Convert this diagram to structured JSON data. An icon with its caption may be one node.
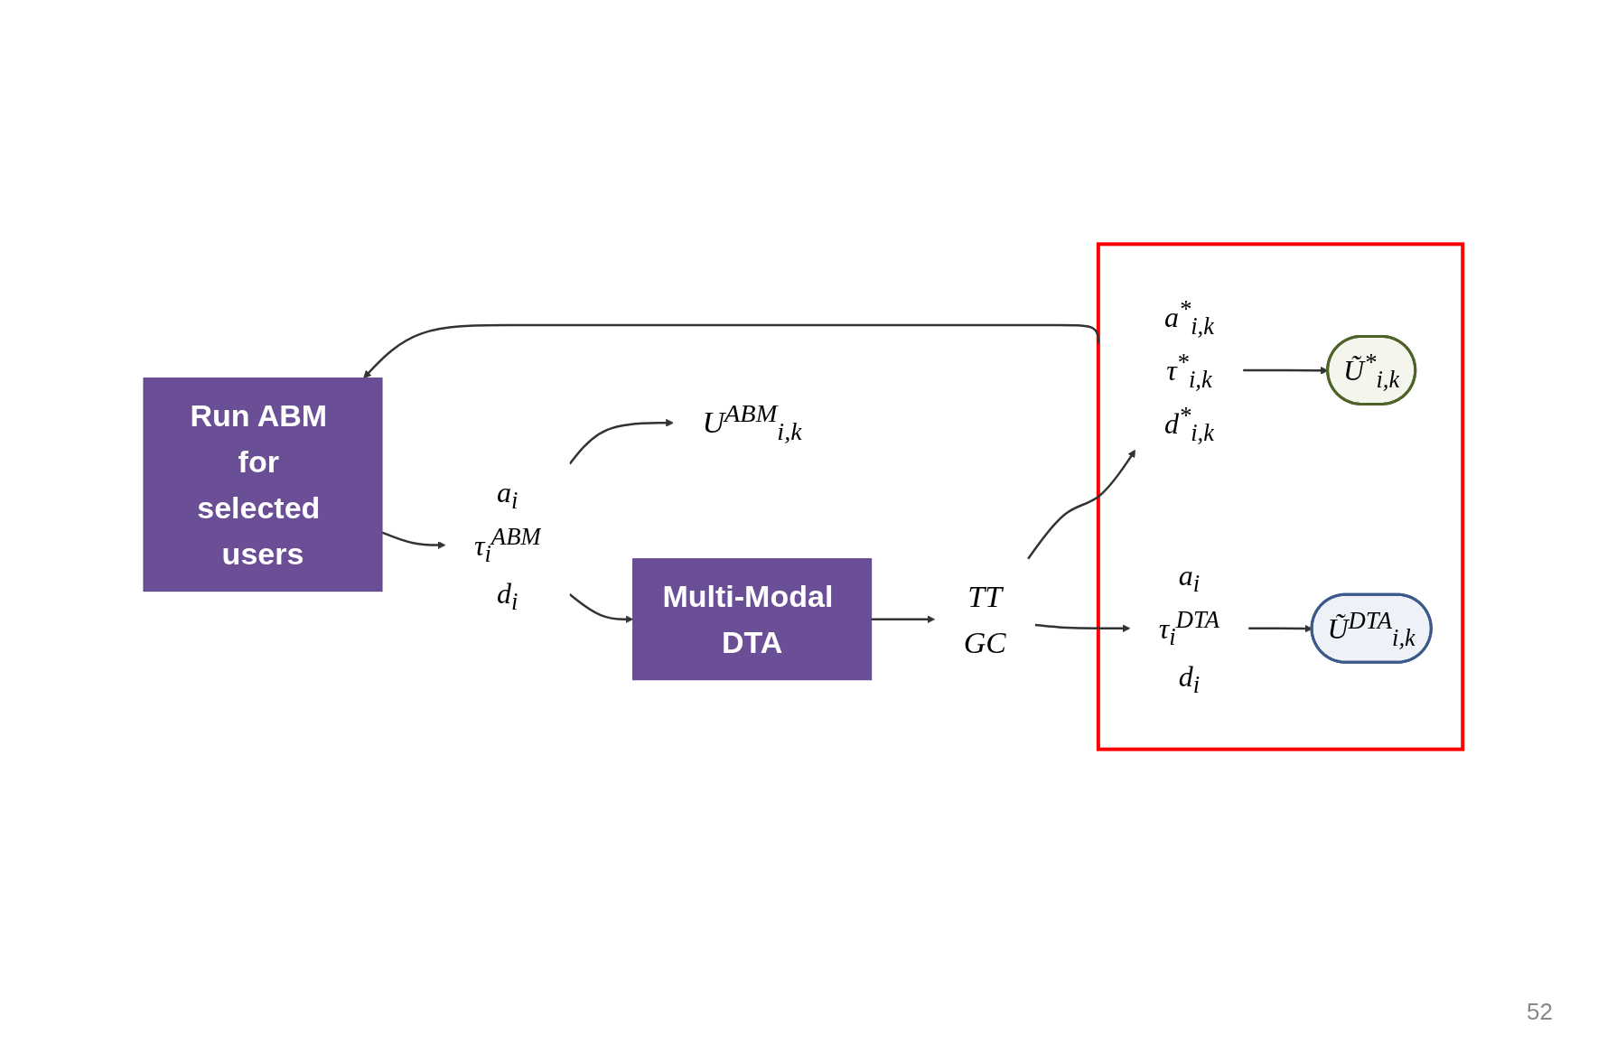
{
  "diagram": {
    "nodes": [
      {
        "text": [
          "Run ABM for selected users"
        ]
      },
      {
        "text": [],
        "shape": "box"
      },
      {
        "text": [
          "a$^{*}$$_{i,k}$",
          "τ$^{*}$$_{i,k}$",
          "d$^{*}$$_{i,k}$"
        ],
        "in": 1
      },
      {
        "text": [
          "Ũ$^{*}$$_{i,k}$"
        ],
        "in": 1
      },
      {
        "text": [
          "a$_{i}$",
          "τ$_{i}$$^{ABM}$",
          "d$_{i}$"
        ]
      },
      {
        "text": [
          "Multi-Modal DTA"
        ]
      },
      {
        "text": [
          "TT",
          "GC"
        ]
      },
      {
        "text": [
          "a$_{i}$",
          "τ$_{i}$$^{DTA}$",
          "d$_{i}$"
        ],
        "in": 1
      },
      {
        "text": [
          "Ũ$^{DTA}$$_{i,k}$"
        ],
        "in": 1
      },
      {
        "text": [
          "U$^{ABM}$$_{i,k}$"
        ]
      }
    ],
    "edges": [
      {
        "from": 1,
        "to": 0,
        "arrow": "to"
      },
      {
        "from": 0,
        "to": 4,
        "arrow": "to"
      },
      {
        "from": 4,
        "to": 5,
        "arrow": "to"
      },
      {
        "from": 5,
        "to": 6,
        "arrow": "to"
      },
      {
        "from": 6,
        "to": 2,
        "arrow": "to"
      },
      {
        "from": 6,
        "to": 7,
        "arrow": "to"
      },
      {
        "from": 2,
        "to": 3,
        "arrow": "to"
      },
      {
        "from": 7,
        "to": 8,
        "arrow": "to"
      },
      {
        "from": 4,
        "to": 9,
        "arrow": "to"
      }
    ],
    "labels": [
      "52"
    ]
  }
}
